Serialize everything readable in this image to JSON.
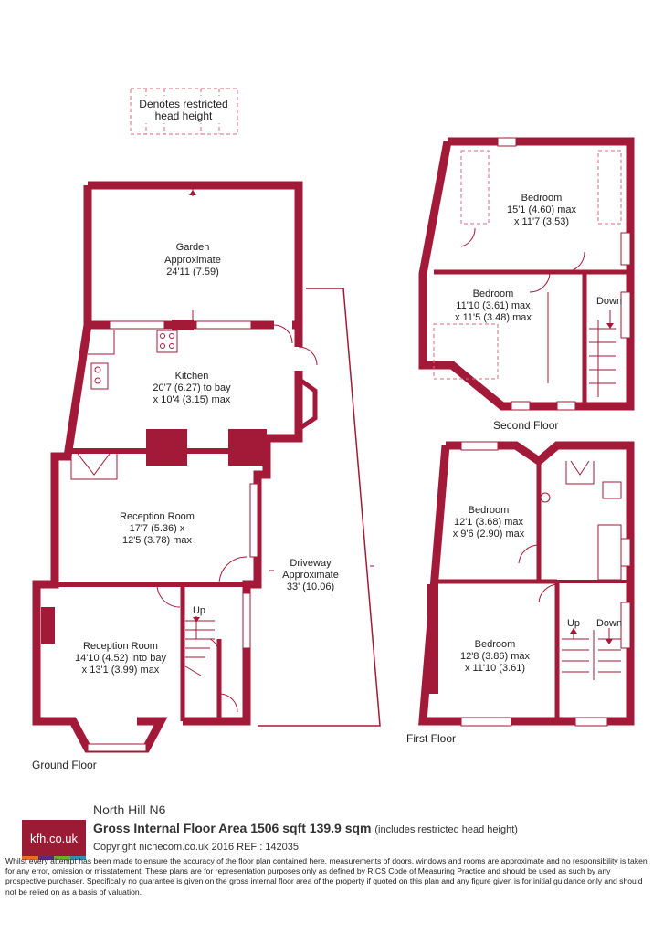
{
  "legend": {
    "text_line1": "Denotes restricted",
    "text_line2": "head height"
  },
  "colors": {
    "wall": "#a31a38",
    "dash": "#d96a7e",
    "text": "#222222",
    "logo_bg": "#9b1b34"
  },
  "rooms": {
    "garden": {
      "l1": "Garden",
      "l2": "Approximate",
      "l3": "24'11 (7.59)"
    },
    "kitchen": {
      "l1": "Kitchen",
      "l2": "20'7 (6.27) to bay",
      "l3": "x 10'4 (3.15) max"
    },
    "reception1": {
      "l1": "Reception Room",
      "l2": "17'7 (5.36) x",
      "l3": "12'5 (3.78) max"
    },
    "reception2": {
      "l1": "Reception Room",
      "l2": "14'10 (4.52) into bay",
      "l3": "x 13'1 (3.99) max"
    },
    "driveway": {
      "l1": "Driveway",
      "l2": "Approximate",
      "l3": "33' (10.06)"
    },
    "sf_bed1": {
      "l1": "Bedroom",
      "l2": "15'1 (4.60) max",
      "l3": "x 11'7 (3.53)"
    },
    "sf_bed2": {
      "l1": "Bedroom",
      "l2": "11'10 (3.61) max",
      "l3": "x 11'5 (3.48) max"
    },
    "ff_bed1": {
      "l1": "Bedroom",
      "l2": "12'1 (3.68) max",
      "l3": "x 9'6 (2.90) max"
    },
    "ff_bed2": {
      "l1": "Bedroom",
      "l2": "12'8 (3.86) max",
      "l3": "x 11'10 (3.61)"
    }
  },
  "stairs": {
    "up": "Up",
    "down": "Down"
  },
  "floors": {
    "ground": "Ground Floor",
    "first": "First Floor",
    "second": "Second Floor"
  },
  "footer": {
    "logo": "kfh.co.uk",
    "address": "North Hill  N6",
    "area": "Gross Internal Floor Area 1506 sqft 139.9 sqm",
    "area_note": "(includes restricted head height)",
    "copyright": "Copyright nichecom.co.uk 2016 REF : 142035",
    "disclaimer": "Whilst every attempt has been made to ensure the accuracy of the floor plan contained here, measurements of doors, windows and rooms are approximate and no responsibility is taken for any error, omission or misstatement.  These plans are for representation purposes only as defined by RICS Code of Measuring Practice and should be used as such by any prospective purchaser.  Specifically no guarantee is given on the gross internal floor area of the property if quoted on this plan and any figure given is for initial guidance only and should not be relied on as a basis of valuation."
  }
}
